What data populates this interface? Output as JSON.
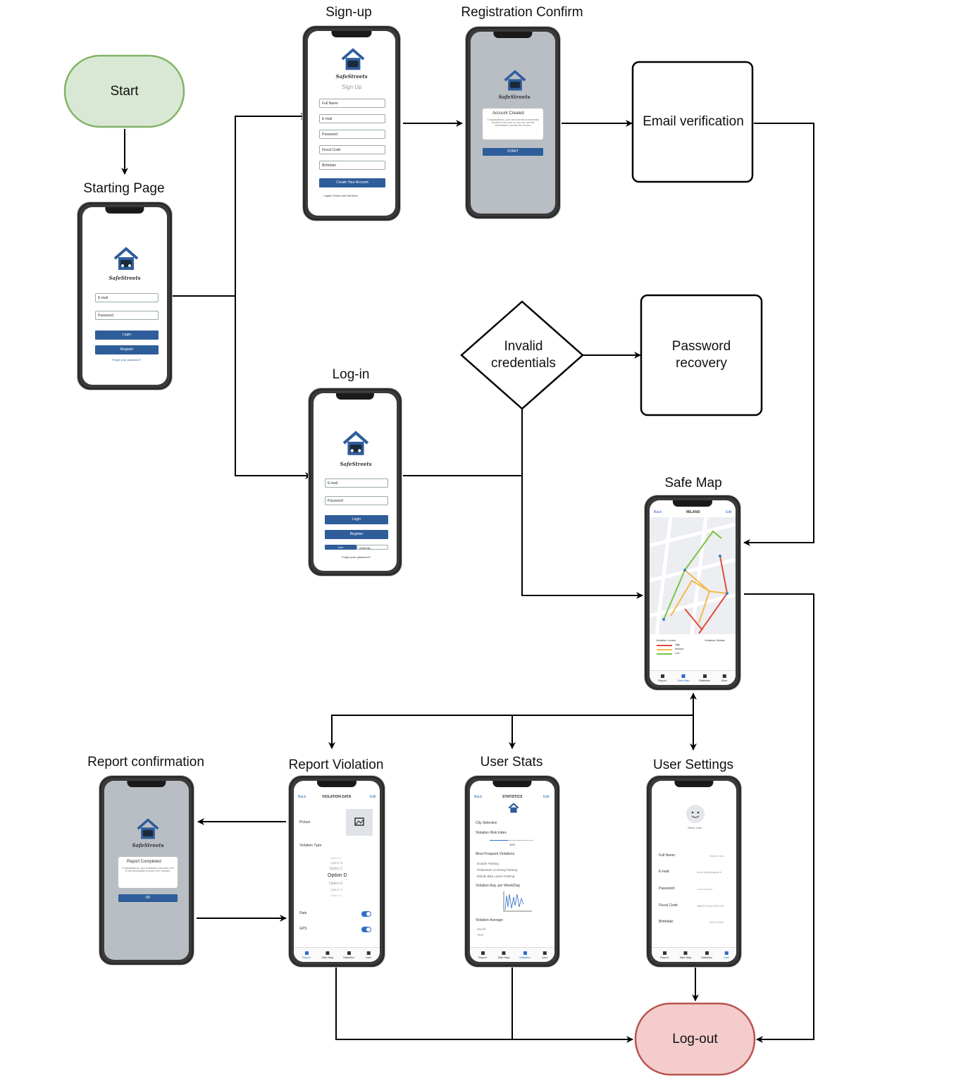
{
  "flow": {
    "start": "Start",
    "starting_page": "Starting Page",
    "signup": "Sign-up",
    "registration_confirm": "Registration Confirm",
    "email_verification": "Email verification",
    "login": "Log-in",
    "invalid_credentials_1": "Invalid",
    "invalid_credentials_2": "credentials",
    "password_recovery_1": "Password",
    "password_recovery_2": "recovery",
    "safe_map": "Safe Map",
    "report_confirmation": "Report confirmation",
    "report_violation": "Report Violation",
    "user_stats": "User Stats",
    "user_settings": "User Settings",
    "logout": "Log-out"
  },
  "colors": {
    "start_fill": "#d9e8d4",
    "start_stroke": "#82b366",
    "logout_fill": "#f4cccc",
    "logout_stroke": "#b85450",
    "app_blue": "#2e5d9a"
  },
  "app": {
    "brand": "SafeStreets",
    "starting": {
      "email": "E-mail",
      "password": "Password",
      "login": "Login",
      "register": "Register",
      "forgot": "Forgot your password?"
    },
    "signup": {
      "title": "Sign Up",
      "full_name": "Full Name",
      "email": "E-mail",
      "password": "Password",
      "fiscal": "Fiscal Code",
      "birthdate": "Birthdate",
      "create": "Create Your Account",
      "terms": "I agree Terms and Services"
    },
    "confirm": {
      "title": "Account Created",
      "text": "Congratulations, your account was successfully created! From now on, you can use the credentials to access the service.",
      "start": "START"
    },
    "login": {
      "email": "E-mail",
      "password": "Password",
      "login": "Login",
      "register": "Register",
      "user": "User",
      "authority": "Authority",
      "forgot": "Forgot your password?"
    },
    "map": {
      "back": "Back",
      "city": "MILANO",
      "edit": "Edit",
      "levels": "Violation Levels",
      "details": "Violation Details",
      "high": "High",
      "medium": "Medium",
      "low": "Low"
    },
    "report_confirm": {
      "title": "Report Completed",
      "text": "Congratulations, your notification has been sent to the Municipality in order to be checked.",
      "ok": "OK"
    },
    "report": {
      "back": "Back",
      "title": "VIOLATION DATA",
      "edit": "Edit",
      "picture": "Picture",
      "type": "Violation Type",
      "options": [
        "Option A",
        "Option B",
        "Option C",
        "Option D",
        "Option E",
        "Option F",
        "Option G"
      ],
      "date": "Date",
      "gps": "GPS"
    },
    "stats": {
      "back": "Back",
      "title": "STATISTICS",
      "edit": "Edit",
      "city": "City Selection",
      "risk": "Violation Risk Index",
      "risk_val": "40%",
      "frequent": "Most Frequent Violations",
      "v1": "Double Parking",
      "v2": "Pedestrian Crossing Parking",
      "v3": "Mobile Bike Lanes Parking",
      "avg_week": "Violation Avg. per Week/Day",
      "avg": "Violation Average",
      "month": "Month",
      "year": "Year"
    },
    "settings": {
      "name": "Steve Jobs",
      "full_name": "Full Name:",
      "email": "E-mail:",
      "password": "Password:",
      "fiscal": "Fiscal Code:",
      "birthdate": "Birthdate:",
      "full_name_val": "Steve Jobs",
      "email_val": "steve.jobs@apple.it",
      "password_val": "••••••••••••••••",
      "fiscal_val": "JBBSTV45V78F02T6",
      "birthdate_val": "24/11/1955"
    },
    "tabs": {
      "report": "Report",
      "map": "Safe Map",
      "stats": "Statistics",
      "user": "User"
    }
  }
}
